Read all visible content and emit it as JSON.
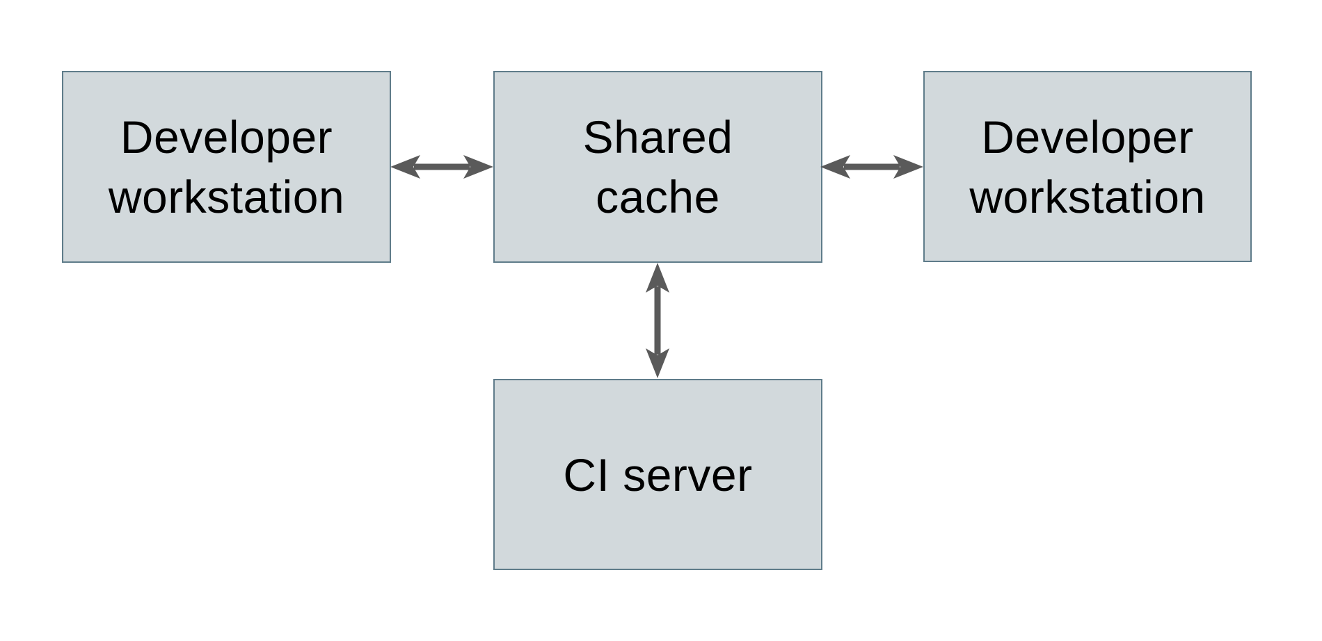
{
  "diagram": {
    "nodes": [
      {
        "id": "developer-workstation-left",
        "label": "Developer workstation",
        "lines": [
          "Developer",
          "workstation"
        ]
      },
      {
        "id": "shared-cache",
        "label": "Shared cache",
        "lines": [
          "Shared",
          "cache"
        ]
      },
      {
        "id": "developer-workstation-right",
        "label": "Developer workstation",
        "lines": [
          "Developer",
          "workstation"
        ]
      },
      {
        "id": "ci-server",
        "label": "CI server",
        "lines": [
          "CI server"
        ]
      }
    ],
    "edges": [
      {
        "from": "developer-workstation-left",
        "to": "shared-cache",
        "type": "bidirectional-arrow",
        "orientation": "horizontal"
      },
      {
        "from": "shared-cache",
        "to": "developer-workstation-right",
        "type": "bidirectional-arrow",
        "orientation": "horizontal"
      },
      {
        "from": "shared-cache",
        "to": "ci-server",
        "type": "bidirectional-arrow",
        "orientation": "vertical"
      }
    ],
    "colors": {
      "background": "#ffffff",
      "node_fill": "#d2d9dc",
      "node_border": "#5f7c8a",
      "arrow": "#5a5a5a",
      "text": "#000000"
    }
  }
}
